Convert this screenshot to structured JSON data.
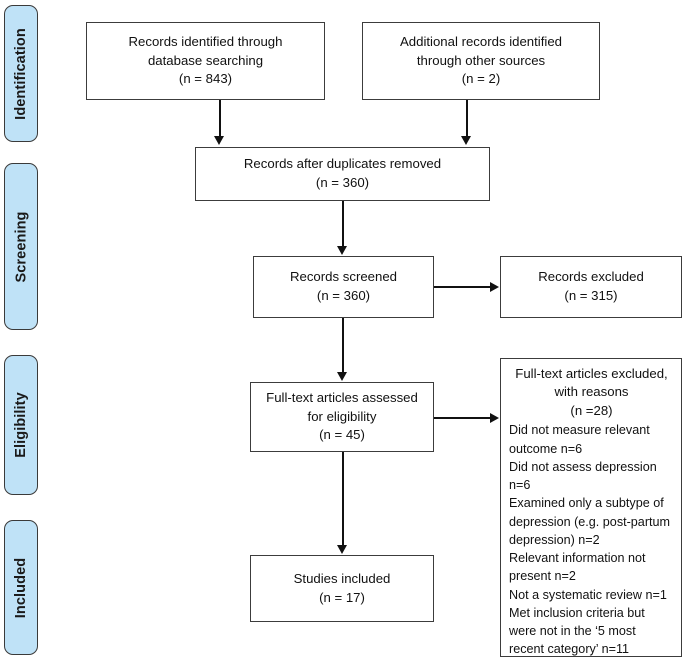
{
  "diagram": {
    "title": "PRISMA flow diagram",
    "accent_tab_fill": "#BFE2F7",
    "tab_border": "#3a3a3a",
    "box_border": "#3c3c3c",
    "connector_color": "#111111"
  },
  "stages": [
    {
      "label": "Identification"
    },
    {
      "label": "Screening"
    },
    {
      "label": "Eligibility"
    },
    {
      "label": "Included"
    }
  ],
  "boxes": {
    "records_database": {
      "line1": "Records identified through",
      "line2": "database searching",
      "line3": "(n = 843)",
      "count": 843
    },
    "records_other": {
      "line1": "Additional records identified",
      "line2": "through other sources",
      "line3": "(n = 2)",
      "count": 2
    },
    "duplicates_removed": {
      "line1": "Records after duplicates removed",
      "line2": "(n = 360)",
      "count": 360
    },
    "records_screened": {
      "line1": "Records screened",
      "line2": "(n = 360)",
      "count": 360
    },
    "records_excluded": {
      "line1": "Records excluded",
      "line2": "(n = 315)",
      "count": 315
    },
    "fulltext_assessed": {
      "line1": "Full-text articles assessed",
      "line2": "for eligibility",
      "line3": "(n = 45)",
      "count": 45
    },
    "studies_included": {
      "line1": "Studies included",
      "line2": "(n = 17)",
      "count": 17
    },
    "fulltext_excluded": {
      "head1": "Full-text articles excluded,",
      "head2": "with reasons",
      "head3": "(n =28)",
      "count": 28,
      "reasons": [
        "Did not measure relevant outcome n=6",
        "Did not assess depression n=6",
        "Examined only a subtype of depression (e.g. post-partum depression) n=2",
        "Relevant information not present n=2",
        "Not a systematic review n=1",
        "Met inclusion criteria but were not in the ‘5 most recent category’ n=11"
      ]
    }
  }
}
